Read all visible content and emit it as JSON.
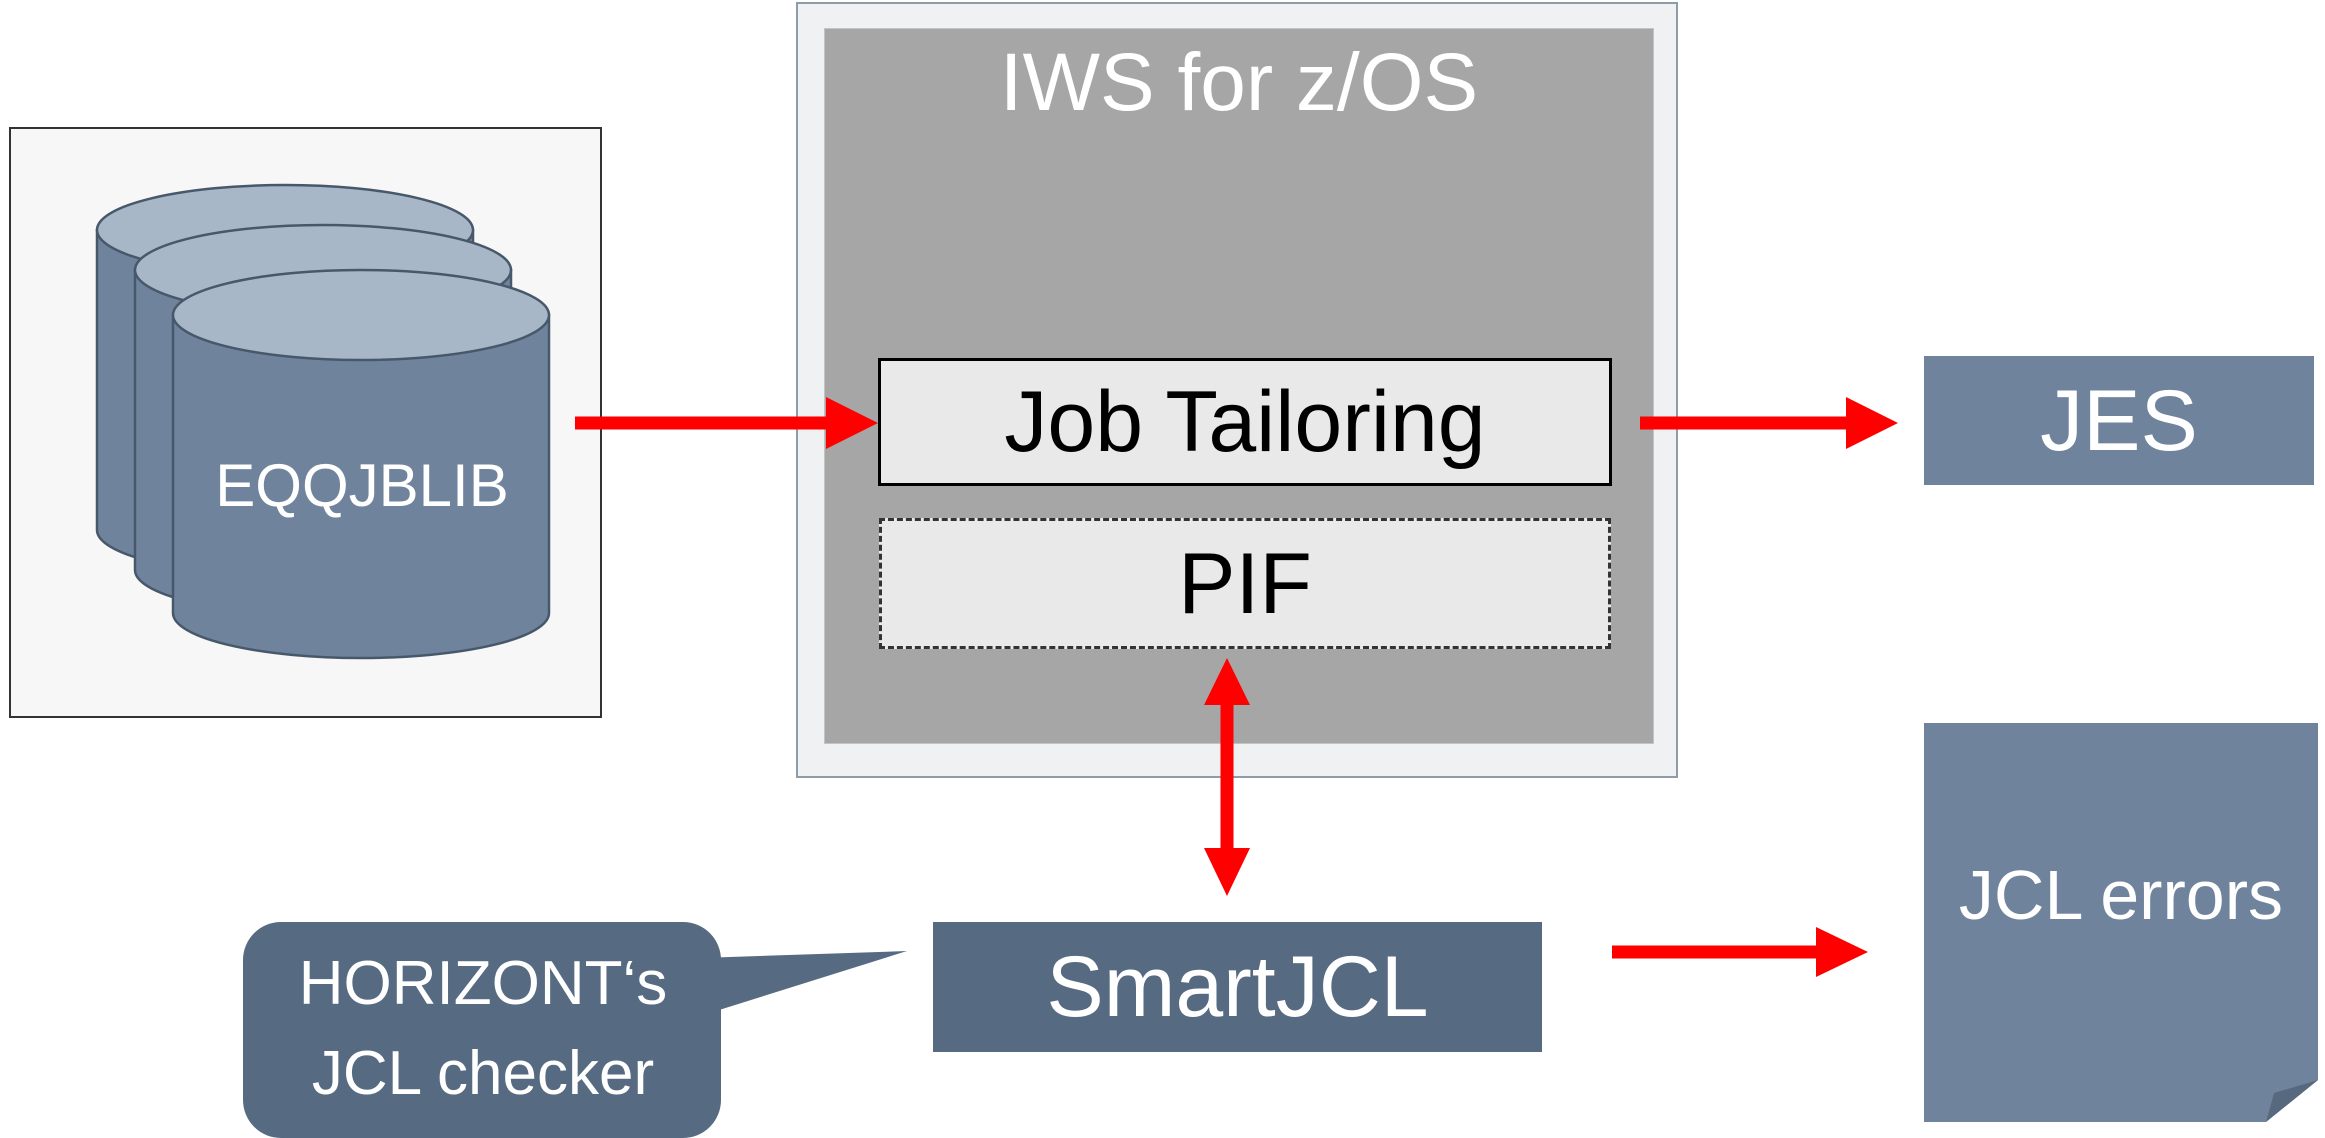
{
  "iws": {
    "title": "IWS for z/OS"
  },
  "components": {
    "job_tailoring": "Job Tailoring",
    "pif": "PIF"
  },
  "library": {
    "name": "EQQJBLIB"
  },
  "outputs": {
    "jes": "JES",
    "jcl_errors": "JCL errors"
  },
  "checker": {
    "name": "SmartJCL",
    "callout_lines": [
      "HORIZONT‘s",
      "JCL checker"
    ]
  },
  "colors": {
    "arrow": "#ff0000",
    "slate": "#6f849c",
    "slate_dark": "#566b82",
    "iws_gray": "#a6a6a6",
    "cylinder_top": "#a8b7c8"
  }
}
